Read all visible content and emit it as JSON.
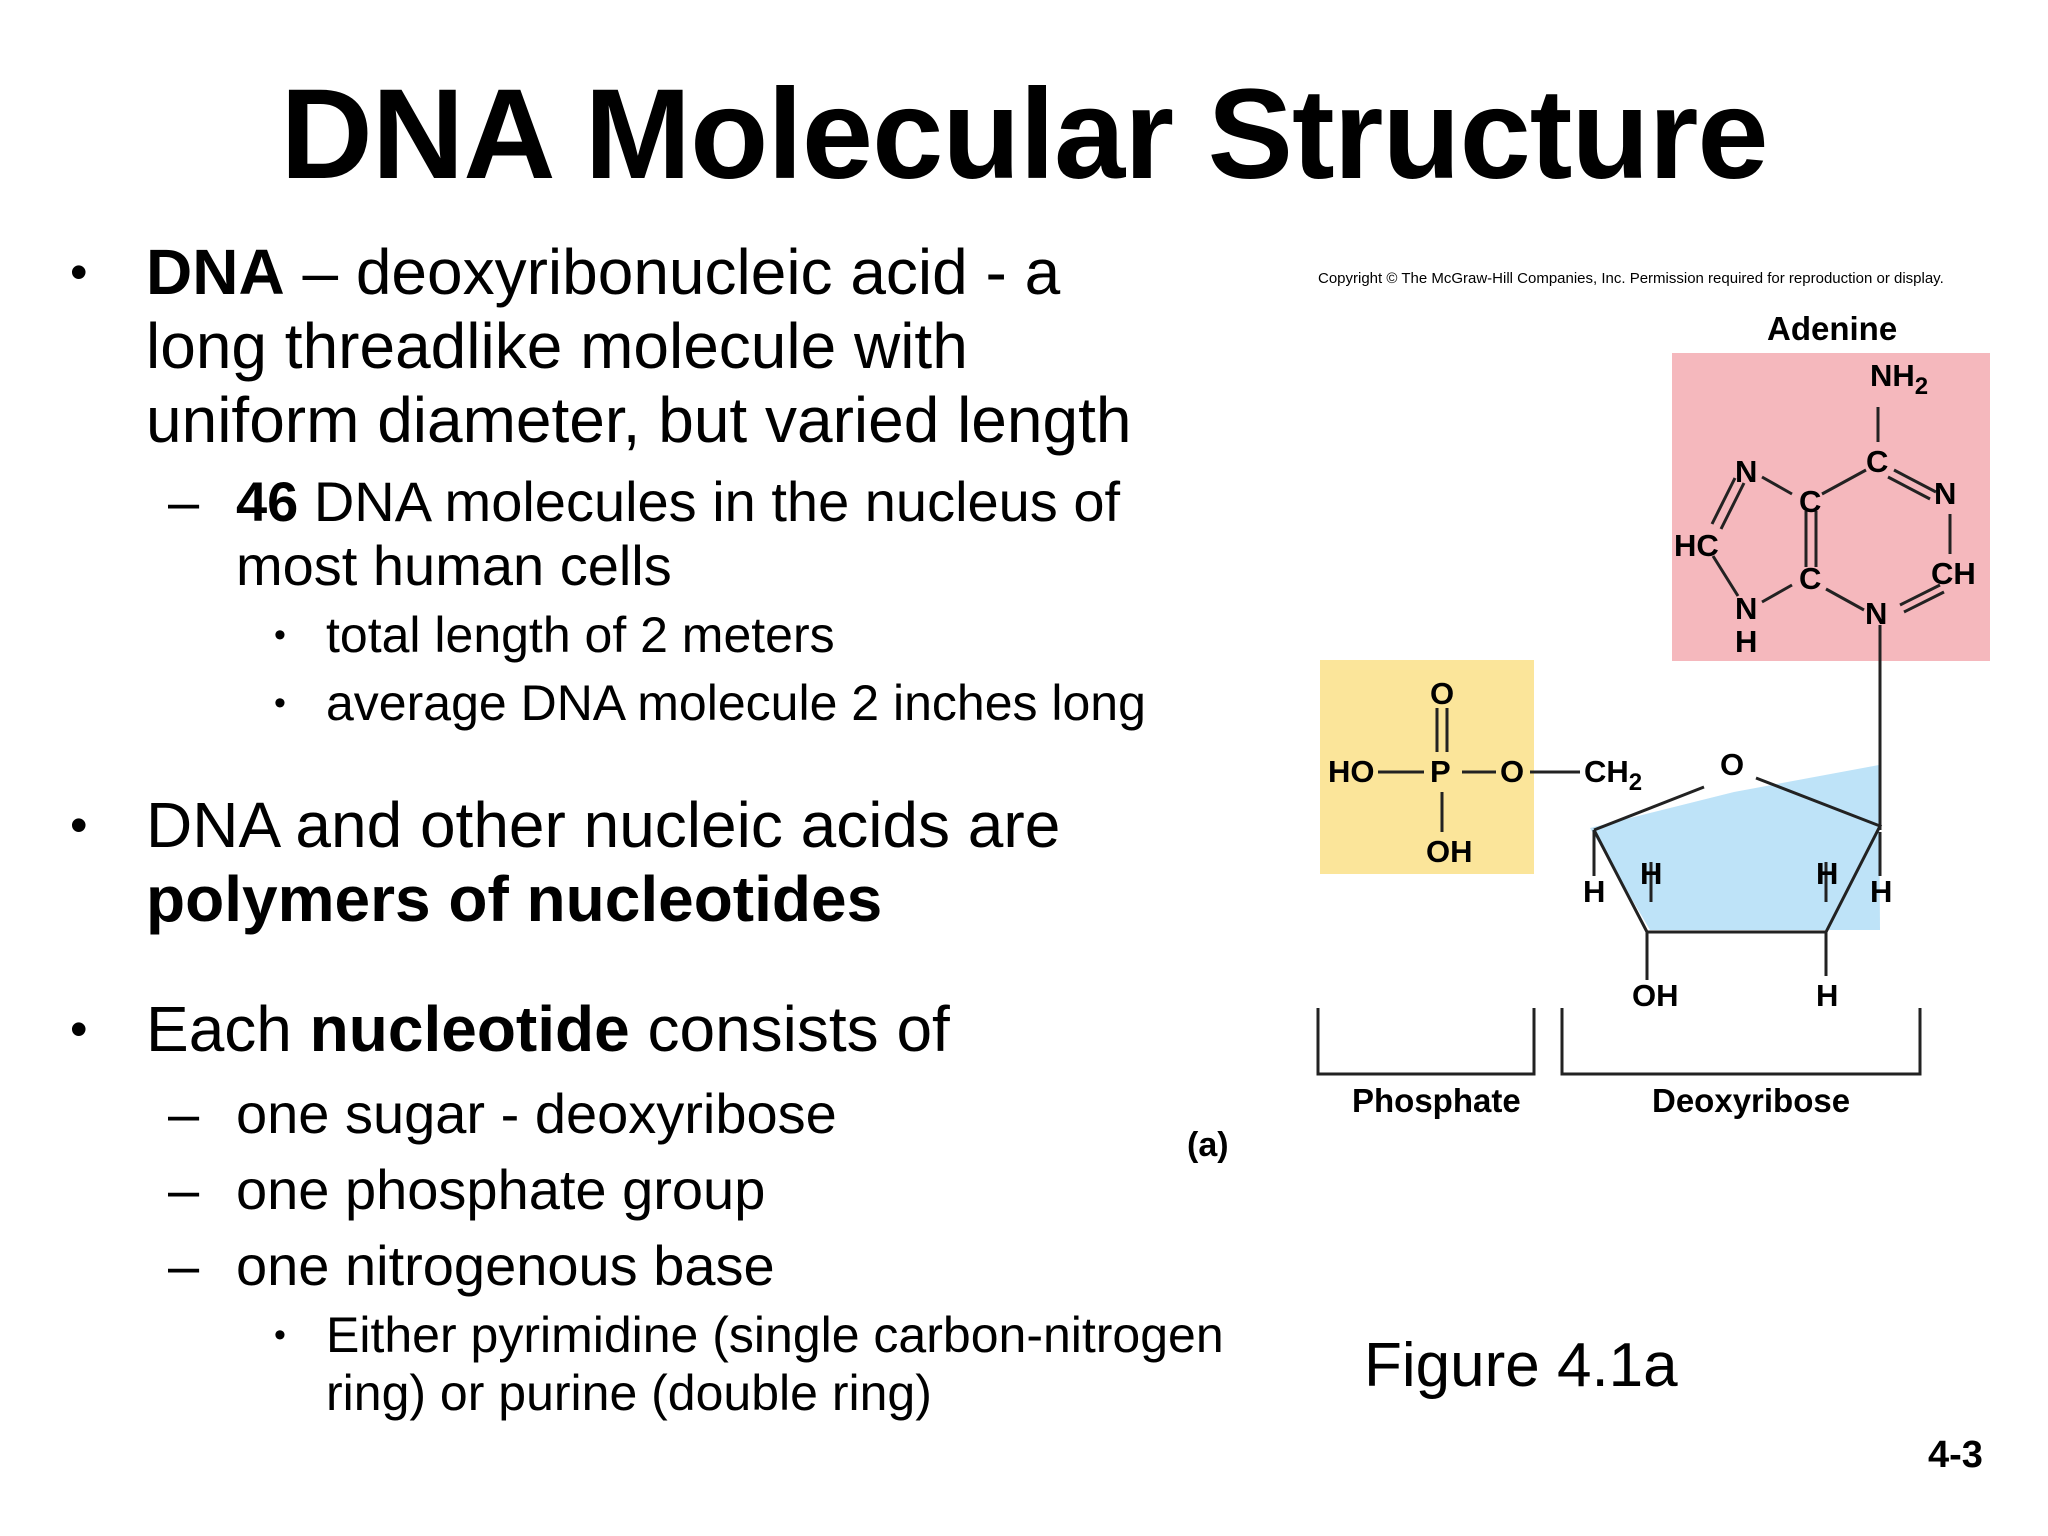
{
  "title": "DNA Molecular Structure",
  "content": {
    "b1": {
      "bullet": "•",
      "term": "DNA",
      "line1_rest": " – deoxyribonucleic acid -  a",
      "line2": "long threadlike molecule with",
      "line3": "uniform diameter, but varied length"
    },
    "b1_sub": {
      "dash": "–",
      "num": "46",
      "line1_rest": " DNA molecules in the nucleus of",
      "line2": "most human cells"
    },
    "b1_subsub": [
      {
        "bullet": "•",
        "text": "total length of 2 meters"
      },
      {
        "bullet": "•",
        "text": "average DNA molecule 2 inches long"
      }
    ],
    "b2": {
      "bullet": "•",
      "line1": "DNA and other nucleic acids are",
      "bold": "polymers of nucleotides"
    },
    "b3": {
      "bullet": "•",
      "pre": "Each ",
      "bold": "nucleotide",
      "post": " consists of"
    },
    "b3_sub": [
      {
        "dash": "–",
        "text": "one sugar - deoxyribose"
      },
      {
        "dash": "–",
        "text": "one phosphate group"
      },
      {
        "dash": "–",
        "text": "one nitrogenous base"
      }
    ],
    "b3_subsub": {
      "bullet": "•",
      "line1": "Either pyrimidine (single carbon-nitrogen",
      "line2": "ring) or purine (double ring)"
    }
  },
  "figure": {
    "copyright": "Copyright © The McGraw-Hill Companies, Inc. Permission required for reproduction or display.",
    "labels": {
      "adenine": "Adenine",
      "phosphate": "Phosphate",
      "deoxyribose": "Deoxyribose",
      "panel": "(a)"
    },
    "atoms": {
      "nh2": "NH",
      "sub2": "2",
      "n": "N",
      "c": "C",
      "hc": "HC",
      "ch": "CH",
      "h": "H",
      "o": "O",
      "p": "P",
      "ho": "HO",
      "oh": "OH",
      "ch2": "CH"
    },
    "colors": {
      "adenine_box": "#f5b8bd",
      "phosphate_box": "#fbe59a",
      "sugar_ring": "#bee3f8"
    },
    "caption": "Figure 4.1a"
  },
  "slide_number": "4-3"
}
